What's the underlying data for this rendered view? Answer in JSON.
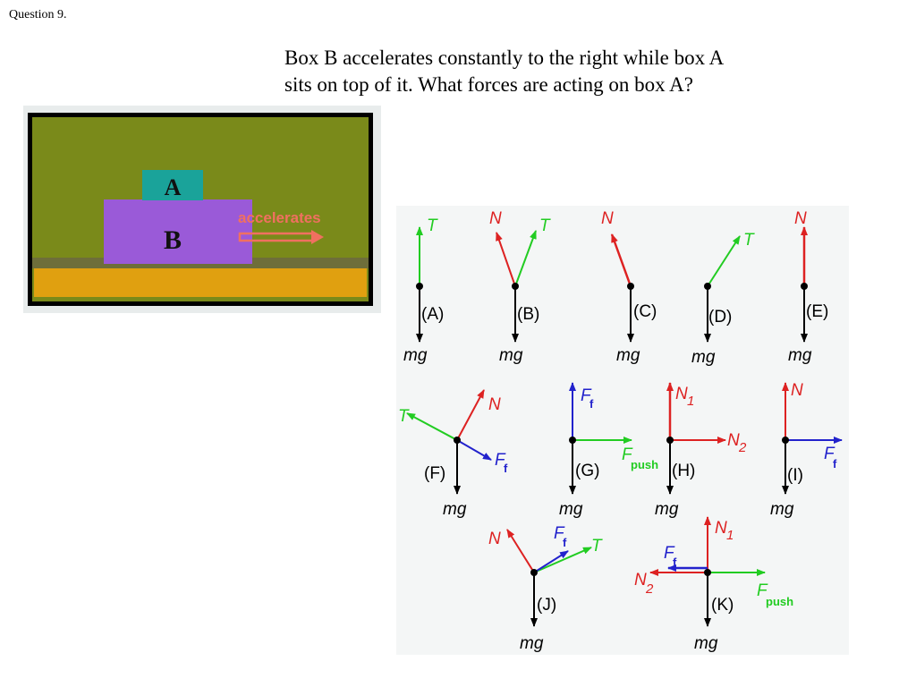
{
  "slide": {
    "question_label": "Question 9.",
    "question_line1": "Box B accelerates constantly to the right while box A",
    "question_line2": "sits on top of it. What forces are acting on box A?"
  },
  "scene": {
    "box_a_label": "A",
    "box_b_label": "B",
    "accelerates_label": "accelerates",
    "colors": {
      "background": "#7a8a1a",
      "ground": "#e0a010",
      "box_a": "#1aa39a",
      "box_b": "#9a5ad8",
      "accelerates": "#f07060"
    }
  },
  "fbd": {
    "colors": {
      "mg": "#000000",
      "T": "#22cc22",
      "N": "#dd2222",
      "Ff": "#2222cc",
      "Fpush": "#22cc22"
    },
    "options": {
      "A": {
        "label": "(A)",
        "mg": "mg",
        "T": "T"
      },
      "B": {
        "label": "(B)",
        "mg": "mg",
        "N": "N",
        "T": "T"
      },
      "C": {
        "label": "(C)",
        "mg": "mg",
        "N": "N"
      },
      "D": {
        "label": "(D)",
        "mg": "mg",
        "T": "T"
      },
      "E": {
        "label": "(E)",
        "mg": "mg",
        "N": "N"
      },
      "F": {
        "label": "(F)",
        "mg": "mg",
        "N": "N",
        "T": "T",
        "Ff_main": "F",
        "Ff_sub": "f"
      },
      "G": {
        "label": "(G)",
        "mg": "mg",
        "Ff_main": "F",
        "Ff_sub": "f",
        "Fpush_main": "F",
        "Fpush_sub": "push"
      },
      "H": {
        "label": "(H)",
        "mg": "mg",
        "N1_main": "N",
        "N1_sub": "1",
        "N2_main": "N",
        "N2_sub": "2"
      },
      "I": {
        "label": "(I)",
        "mg": "mg",
        "N": "N",
        "Ff_main": "F",
        "Ff_sub": "f"
      },
      "J": {
        "label": "(J)",
        "mg": "mg",
        "N": "N",
        "T": "T",
        "Ff_main": "F",
        "Ff_sub": "f"
      },
      "K": {
        "label": "(K)",
        "mg": "mg",
        "N1_main": "N",
        "N1_sub": "1",
        "N2_main": "N",
        "N2_sub": "2",
        "Ff_main": "F",
        "Ff_sub": "f",
        "Fpush_main": "F",
        "Fpush_sub": "push"
      }
    }
  }
}
